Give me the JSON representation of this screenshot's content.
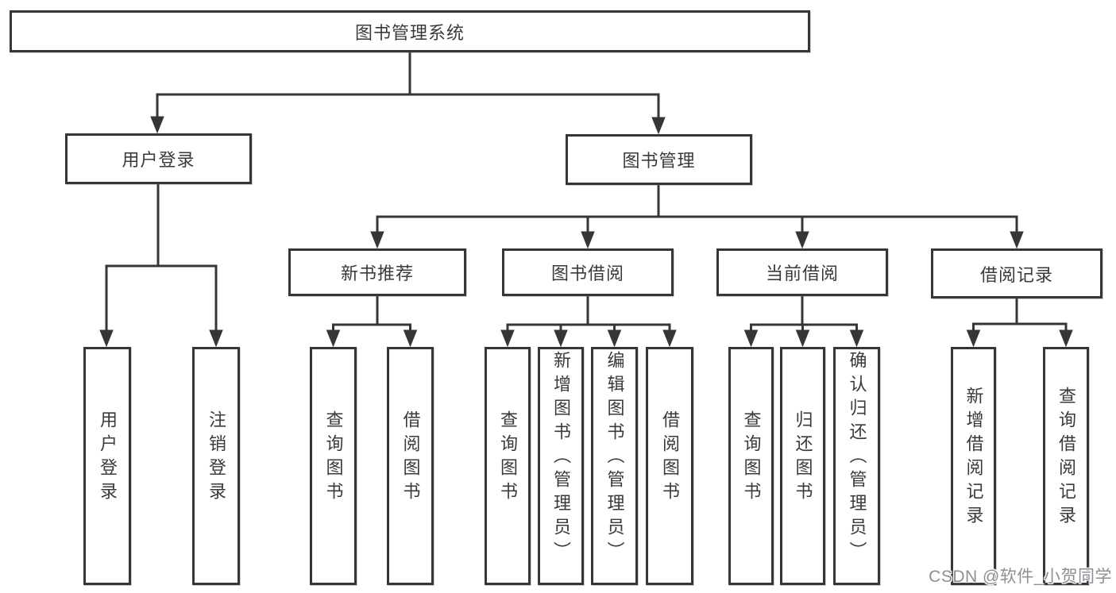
{
  "diagram": {
    "root": "图书管理系统",
    "level2": [
      {
        "label": "用户登录",
        "children": [
          "用户登录",
          "注销登录"
        ]
      },
      {
        "label": "图书管理",
        "groups": [
          {
            "label": "新书推荐",
            "children": [
              "查询图书",
              "借阅图书"
            ]
          },
          {
            "label": "图书借阅",
            "children": [
              "查询图书",
              "新增图书（管理员）",
              "编辑图书（管理员）",
              "借阅图书"
            ]
          },
          {
            "label": "当前借阅",
            "children": [
              "查询图书",
              "归还图书",
              "确认归还（管理员）"
            ]
          },
          {
            "label": "借阅记录",
            "children": [
              "新增借阅记录",
              "查询借阅记录"
            ]
          }
        ]
      }
    ]
  },
  "watermark": {
    "text": "CSDN @软件_小贺同学"
  },
  "colors": {
    "line": "#363636",
    "text": "#3a3a3a",
    "box_fill": "#ffffff",
    "watermark": "#8e8e96"
  }
}
